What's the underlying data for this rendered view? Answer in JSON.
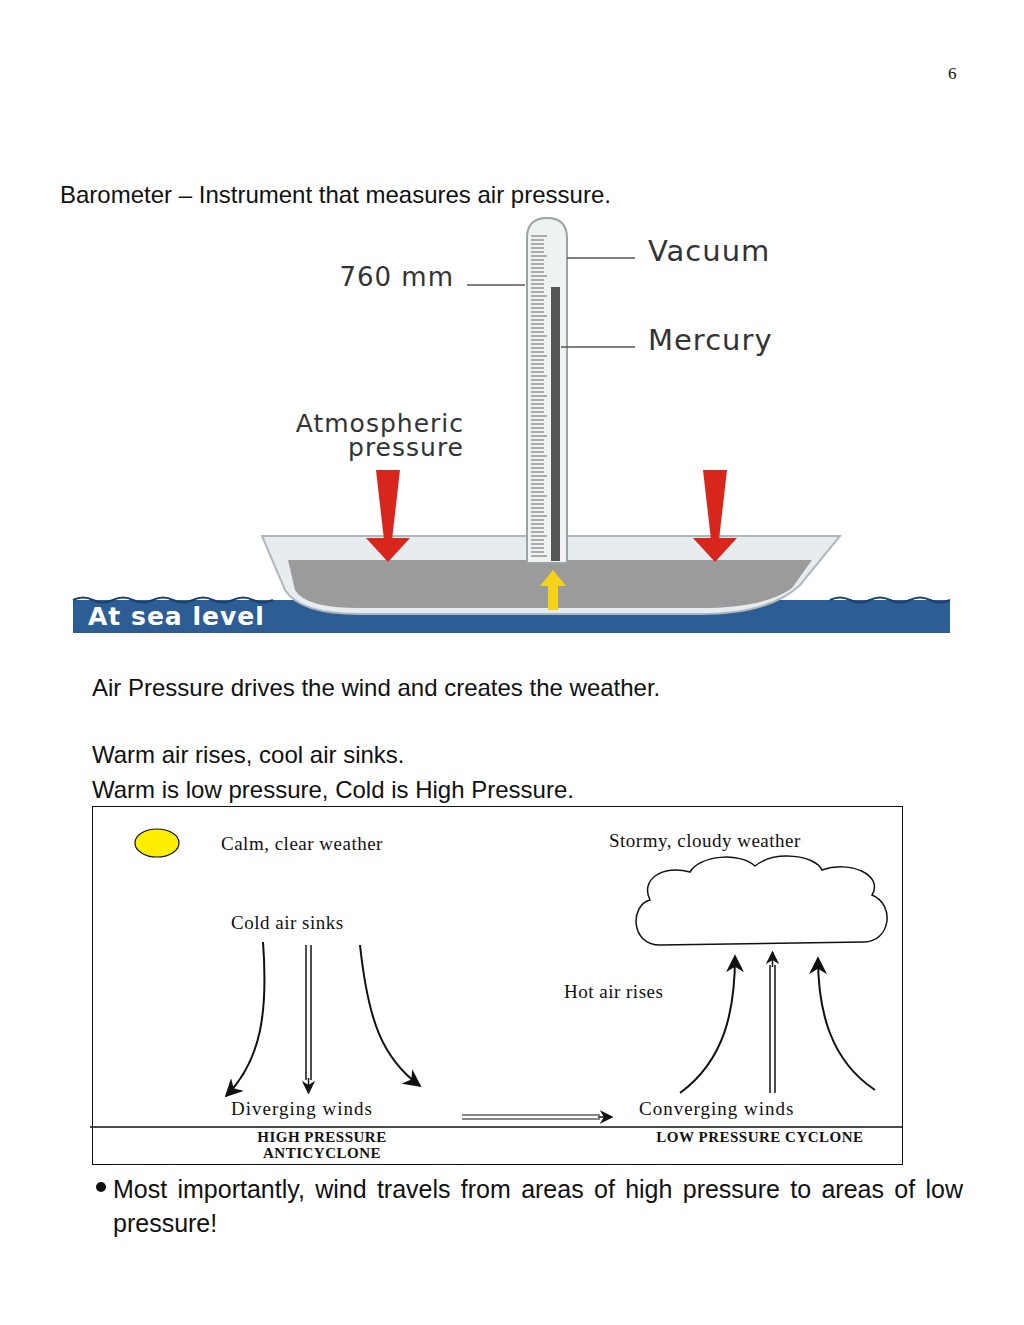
{
  "diagram": {
    "title": "Barometer – Instrument that measures air pressure.",
    "nodes": [
      {
        "text": [
          "Calm, clear weather",
          "Stormy, cloudy weather",
          "Cold air sinks",
          "Hot air rises",
          "Diverging winds",
          "Converging winds",
          "HIGH PRESSURE ANTICYCLONE",
          "LOW PRESSURE CYCLONE"
        ]
      }
    ],
    "labels": [
      "6",
      "760 mm",
      "Vacuum",
      "Mercury",
      "Atmospheric pressure",
      "At sea level",
      "Air Pressure drives the wind and creates the weather.",
      "Warm air rises, cool air sinks.",
      "Warm is low pressure, Cold is High Pressure.",
      "Most importantly, wind travels from areas of high pressure to areas of low pressure!"
    ]
  }
}
